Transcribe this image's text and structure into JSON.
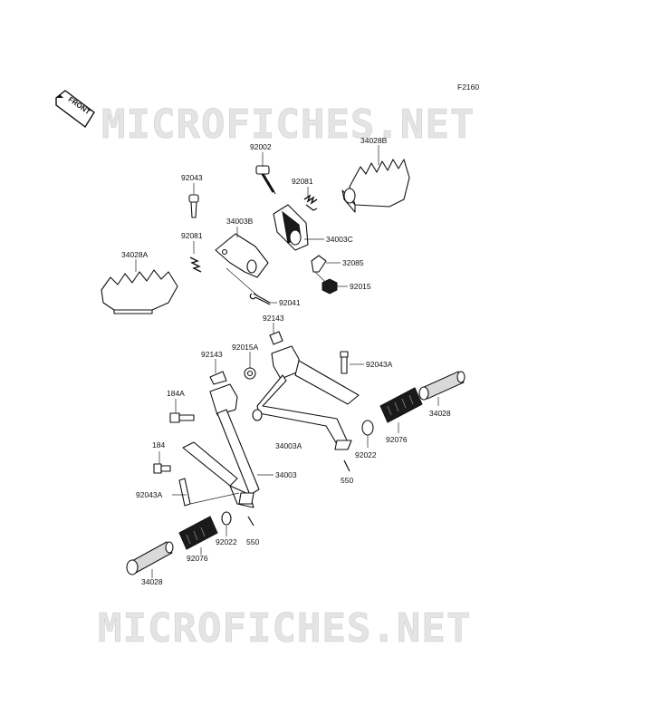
{
  "diagram_code": "F2160",
  "front_label": "FRONT",
  "watermark_top": "MICROFICHES.NET",
  "watermark_bottom": "MICROFICHES.NET",
  "parts": {
    "p92002": "92002",
    "p34028B": "34028B",
    "p92043": "92043",
    "p92081a": "92081",
    "p34003B": "34003B",
    "p34003C": "34003C",
    "p92081b": "92081",
    "p34028A": "34028A",
    "p32085": "32085",
    "p92015": "92015",
    "p92041": "92041",
    "p92143a": "92143",
    "p92143b": "92143",
    "p92015A": "92015A",
    "p92043A_r": "92043A",
    "p184A": "184A",
    "p34028_r": "34028",
    "p92076_r": "92076",
    "p34003A": "34003A",
    "p92022_r": "92022",
    "p550_r": "550",
    "p184": "184",
    "p34003": "34003",
    "p92043A_l": "92043A",
    "p92022_l": "92022",
    "p550_l": "550",
    "p92076_l": "92076",
    "p34028_l": "34028"
  }
}
